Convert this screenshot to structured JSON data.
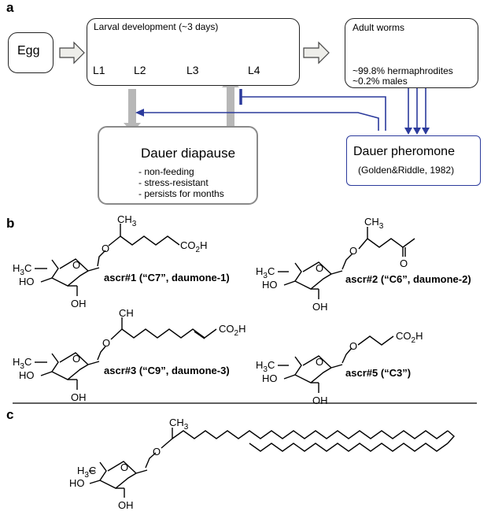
{
  "panel_a": {
    "letter": "a",
    "egg": "Egg",
    "larval_title": "Larval development (~3 days)",
    "stages": [
      "L1",
      "L2",
      "L3",
      "L4"
    ],
    "adult_title": "Adult worms",
    "adult_line1": "~99.8% hermaphrodites",
    "adult_line2": "~0.2% males",
    "dauer_title": "Dauer diapause",
    "dauer_items": [
      "- non-feeding",
      "- stress-resistant",
      "- persists for months"
    ],
    "pheromone_title": "Dauer pheromone",
    "pheromone_ref": "(Golden&Riddle, 1982)",
    "colors": {
      "blue": "#2b3a9c",
      "gray_arrow": "#b7b7b7",
      "box_border": "#222222",
      "dauer_border": "#8a8a8a"
    }
  },
  "panel_b": {
    "letter": "b",
    "names": [
      "ascr#1 (“C7”, daumone-1)",
      "ascr#2 (“C6”, daumone-2)",
      "ascr#3 (“C9”, daumone-3)",
      "ascr#5 (“C3”)"
    ]
  },
  "panel_c": {
    "letter": "c"
  },
  "chem_labels": {
    "ch3": "CH",
    "h3c": "H",
    "c": "C",
    "sub3": "3",
    "o": "O",
    "ho": "HO",
    "oh": "OH",
    "co2h": "CO",
    "sub2": "2",
    "h": "H"
  }
}
